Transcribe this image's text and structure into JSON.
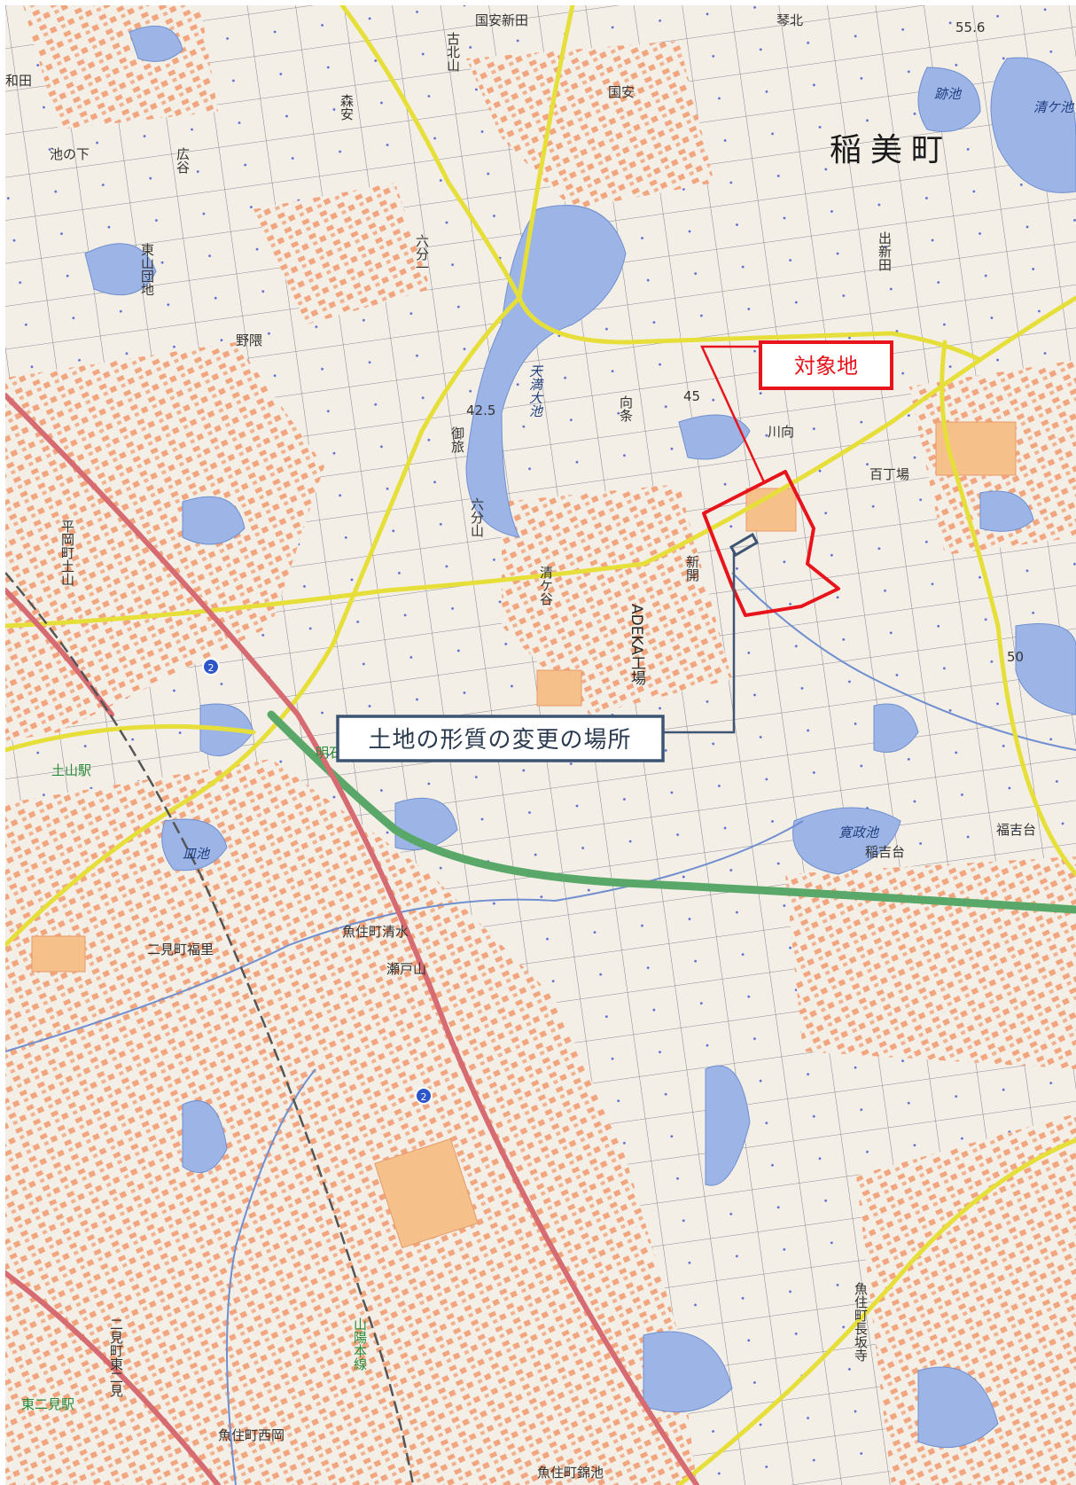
{
  "map": {
    "town": "稲美町",
    "places": [
      {
        "id": "kokuyasu-shinden",
        "text": "国安新田"
      },
      {
        "id": "kotobuki",
        "text": "琴北"
      },
      {
        "id": "wada",
        "text": "和田"
      },
      {
        "id": "koboku-yama",
        "text": "古北山"
      },
      {
        "id": "kokuyasu",
        "text": "国安"
      },
      {
        "id": "moriyasu",
        "text": "森安"
      },
      {
        "id": "ikenoshita",
        "text": "池の下"
      },
      {
        "id": "hirotani",
        "text": "広谷"
      },
      {
        "id": "higashiyama-danchi",
        "text": "東山団地"
      },
      {
        "id": "nogo",
        "text": "野隈"
      },
      {
        "id": "rokubuichi",
        "text": "六分一"
      },
      {
        "id": "mukaijo",
        "text": "向条"
      },
      {
        "id": "kawamuka",
        "text": "川向"
      },
      {
        "id": "hyakuchoba",
        "text": "百丁場"
      },
      {
        "id": "desinden",
        "text": "出新田"
      },
      {
        "id": "ontabi",
        "text": "御旅"
      },
      {
        "id": "rokubu-yama",
        "text": "六分山"
      },
      {
        "id": "kiyogadani",
        "text": "清ケ谷"
      },
      {
        "id": "shinkai",
        "text": "新開"
      },
      {
        "id": "adeka",
        "text": "ADEKA工場"
      },
      {
        "id": "uozumi-nishioka",
        "text": "平岡町土山"
      },
      {
        "id": "meisei-nishi",
        "text": "明石西"
      },
      {
        "id": "tsuchiyama-sta",
        "text": "土山駅"
      },
      {
        "id": "uozumi-shimizu",
        "text": "魚住町清水"
      },
      {
        "id": "setoyama",
        "text": "瀬戸山"
      },
      {
        "id": "futami-inabe",
        "text": "二見町福里"
      },
      {
        "id": "inayoshi",
        "text": "稲吉台"
      },
      {
        "id": "inayoshi2",
        "text": "福吉台"
      },
      {
        "id": "uozumi-nagasaka",
        "text": "魚住町長坂寺"
      },
      {
        "id": "futami-higashi",
        "text": "二見町東二見"
      },
      {
        "id": "higashifutami-sta",
        "text": "東二見駅"
      },
      {
        "id": "uozumi-nishiokacho",
        "text": "魚住町西岡"
      },
      {
        "id": "uozumi-kaneike",
        "text": "魚住町錦池"
      },
      {
        "id": "sanyo-line",
        "text": "山陽本線"
      }
    ],
    "water_labels": [
      {
        "id": "ato-ike",
        "text": "跡池"
      },
      {
        "id": "kiyogaike",
        "text": "清ケ池"
      },
      {
        "id": "tenmanike",
        "text": "天満大池"
      },
      {
        "id": "sara-ike",
        "text": "皿池"
      },
      {
        "id": "kansei-ike",
        "text": "寛政池"
      }
    ],
    "spot_heights": [
      {
        "id": "h1",
        "text": "55.6"
      },
      {
        "id": "h2",
        "text": "42.5"
      },
      {
        "id": "h3",
        "text": "45"
      },
      {
        "id": "h4",
        "text": "50"
      }
    ],
    "route_shield": "2",
    "colors": {
      "background": "#f4efe6",
      "water": "#9db5e6",
      "building": "#f2a27a",
      "road_yellow": "#e6df3a",
      "road_major_red": "#d66b72",
      "expressway_green": "#5aa869",
      "railway": "#555555",
      "callout_red": "#e8141c",
      "callout_blue": "#3d5572",
      "grid": "#7f7f8f"
    }
  },
  "callouts": {
    "target_site": {
      "label": "対象地"
    },
    "change_area": {
      "label": "土地の形質の変更の場所"
    }
  }
}
